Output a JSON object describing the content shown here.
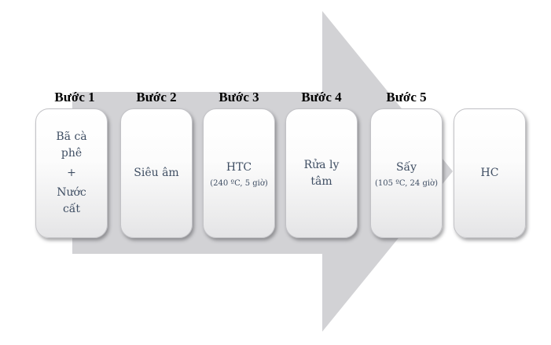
{
  "figure": {
    "type": "process-flow-diagram",
    "background_color": "#ffffff",
    "arrow": {
      "direction": "right",
      "color": "#d2d2d5"
    },
    "label_color": "#000000",
    "box_text_color": "#3f4e63",
    "steps": [
      {
        "label": "Bước 1",
        "lines": [
          "Bã cà phê",
          "+",
          "Nước cất"
        ],
        "sub": ""
      },
      {
        "label": "Bước 2",
        "lines": [
          "Siêu âm"
        ],
        "sub": ""
      },
      {
        "label": "Bước 3",
        "lines": [
          "HTC"
        ],
        "sub": "(240 ºC, 5 giờ)"
      },
      {
        "label": "Bước 4",
        "lines": [
          "Rửa ly tâm"
        ],
        "sub": ""
      },
      {
        "label": "Bước 5",
        "lines": [
          "Sấy"
        ],
        "sub": "(105 ºC, 24 giờ)"
      },
      {
        "label": "",
        "lines": [
          "HC"
        ],
        "sub": ""
      }
    ]
  }
}
